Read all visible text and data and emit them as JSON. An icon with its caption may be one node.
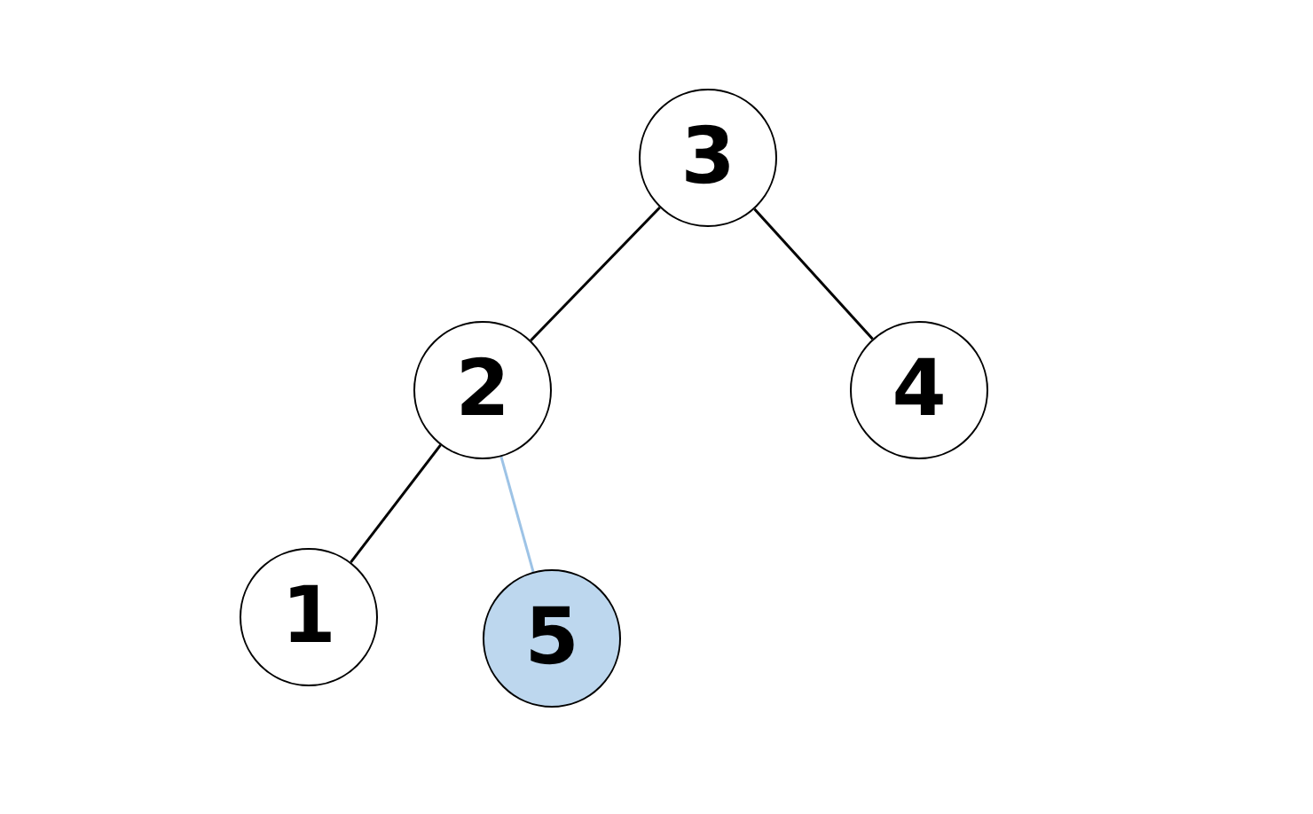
{
  "diagram": {
    "nodes": [
      {
        "text": [
          "3"
        ]
      },
      {
        "text": [
          "2"
        ]
      },
      {
        "text": [
          "4"
        ]
      },
      {
        "text": [
          "1"
        ]
      },
      {
        "text": [
          "5"
        ]
      }
    ],
    "edges": [
      {
        "from": 0,
        "to": 1,
        "arrow": "none"
      },
      {
        "from": 0,
        "to": 2,
        "arrow": "none"
      },
      {
        "from": 1,
        "to": 3,
        "arrow": "none"
      },
      {
        "from": 1,
        "to": 4,
        "arrow": "none",
        "color": "#9dc3e6"
      }
    ]
  }
}
